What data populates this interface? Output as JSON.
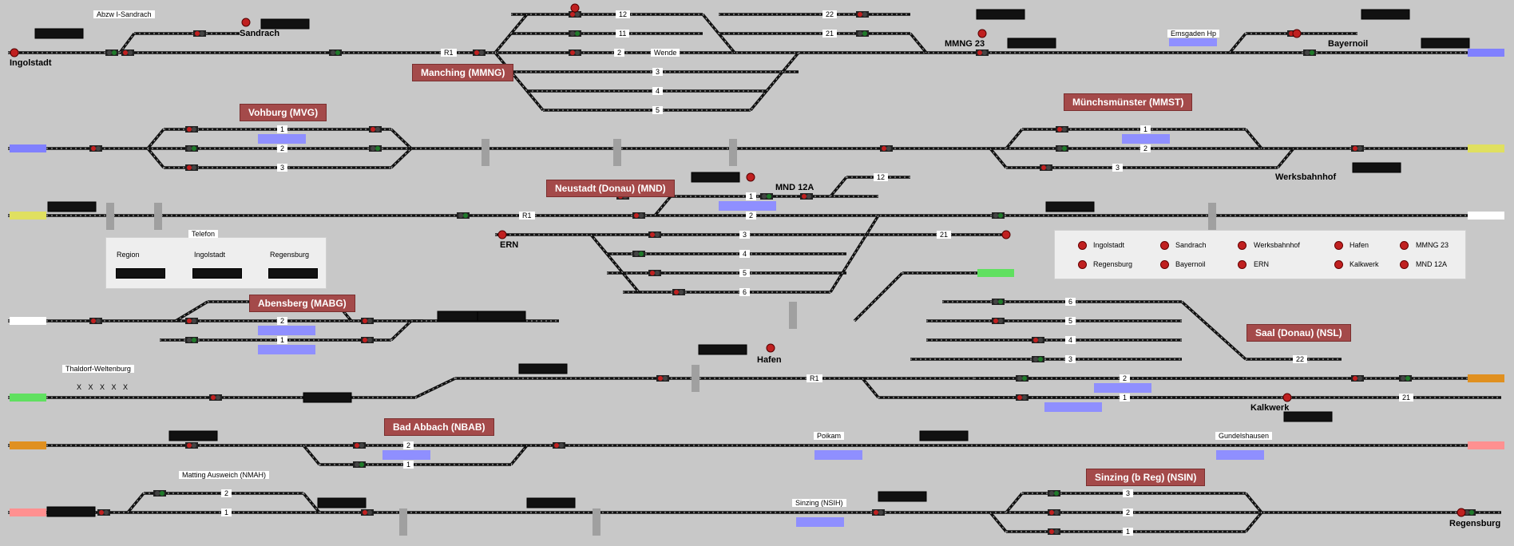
{
  "stations": {
    "manching": "Manching (MMNG)",
    "vohburg": "Vohburg (MVG)",
    "muenchsmuenster": "Münchsmünster (MMST)",
    "neustadt": "Neustadt (Donau) (MND)",
    "abensberg": "Abensberg (MABG)",
    "saal": "Saal (Donau) (NSL)",
    "bad_abbach": "Bad Abbach (NBAB)",
    "sinzing": "Sinzing (b Reg) (NSIN)"
  },
  "places": {
    "abzw": "Abzw I-Sandrach",
    "sandrach": "Sandrach",
    "ingolstadt": "Ingolstadt",
    "mmng23": "MMNG 23",
    "emsgaden": "Emsgaden Hp",
    "bayernoil": "Bayernoil",
    "werksbahnhof": "Werksbahnhof",
    "mnd12a": "MND 12A",
    "ern": "ERN",
    "hafen": "Hafen",
    "kalkwerk": "Kalkwerk",
    "regensburg": "Regensburg",
    "thaldorf": "Thaldorf-Weltenburg",
    "xxxxx": "X X X X X",
    "poikam": "Poikam",
    "gundelshausen": "Gundelshausen",
    "matting": "Matting Ausweich (NMAH)",
    "sinzing_hp": "Sinzing (NSIH)"
  },
  "track_labels": {
    "r1_manching": "R1",
    "t12": "12",
    "t11": "11",
    "wende": "Wende",
    "t2": "2",
    "t3": "3",
    "t4": "4",
    "t5": "5",
    "t22": "22",
    "t21": "21",
    "t1": "1",
    "t6": "6"
  },
  "telefon": {
    "title": "Telefon",
    "cols": [
      "Region",
      "Ingolstadt",
      "Regensburg"
    ]
  },
  "legend": {
    "items": [
      "Ingolstadt",
      "Sandrach",
      "Werksbahnhof",
      "Hafen",
      "MMNG 23",
      "Regensburg",
      "Bayernoil",
      "ERN",
      "Kalkwerk",
      "MND 12A"
    ]
  },
  "colors": {
    "background": "#c8c8c8",
    "track": "#101010",
    "signal_red": "#c02020",
    "signal_green": "#1f7a2a",
    "occupied_blue": "#8f8fff",
    "station_banner": "#a44a4a",
    "edge_blue": "#8080ff",
    "edge_yellow": "#e0e060",
    "edge_green": "#60e060",
    "edge_orange": "#e09020",
    "edge_red": "#ff9090"
  }
}
